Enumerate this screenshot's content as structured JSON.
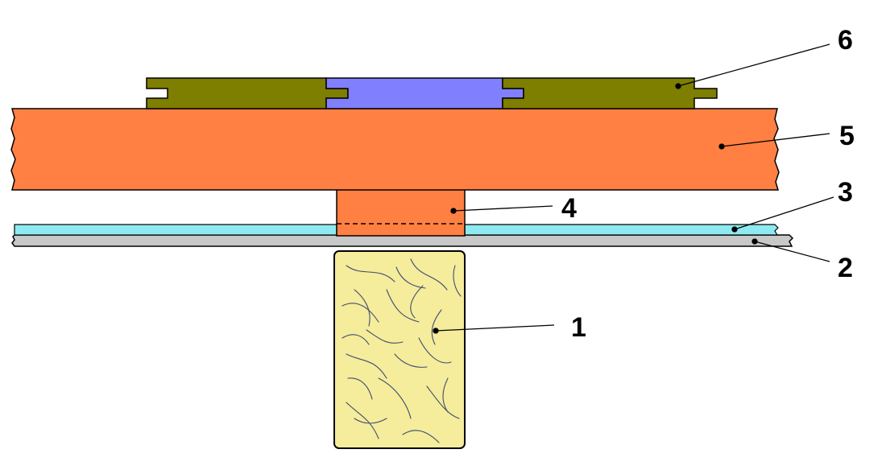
{
  "diagram": {
    "colors": {
      "beam": "#F5EC9C",
      "grain": "#3F4D6E",
      "base_board": "#C8C8C8",
      "membrane": "#8EEAF0",
      "batten": "#FF8042",
      "floor_board": "#7E7E00",
      "insert": "#8080FF",
      "outline": "#000000"
    },
    "callouts": [
      {
        "id": "1",
        "label": "1",
        "part": "beam"
      },
      {
        "id": "2",
        "label": "2",
        "part": "base-board"
      },
      {
        "id": "3",
        "label": "3",
        "part": "membrane"
      },
      {
        "id": "4",
        "label": "4",
        "part": "batten"
      },
      {
        "id": "5",
        "label": "5",
        "part": "main-board"
      },
      {
        "id": "6",
        "label": "6",
        "part": "floor-board"
      }
    ]
  }
}
